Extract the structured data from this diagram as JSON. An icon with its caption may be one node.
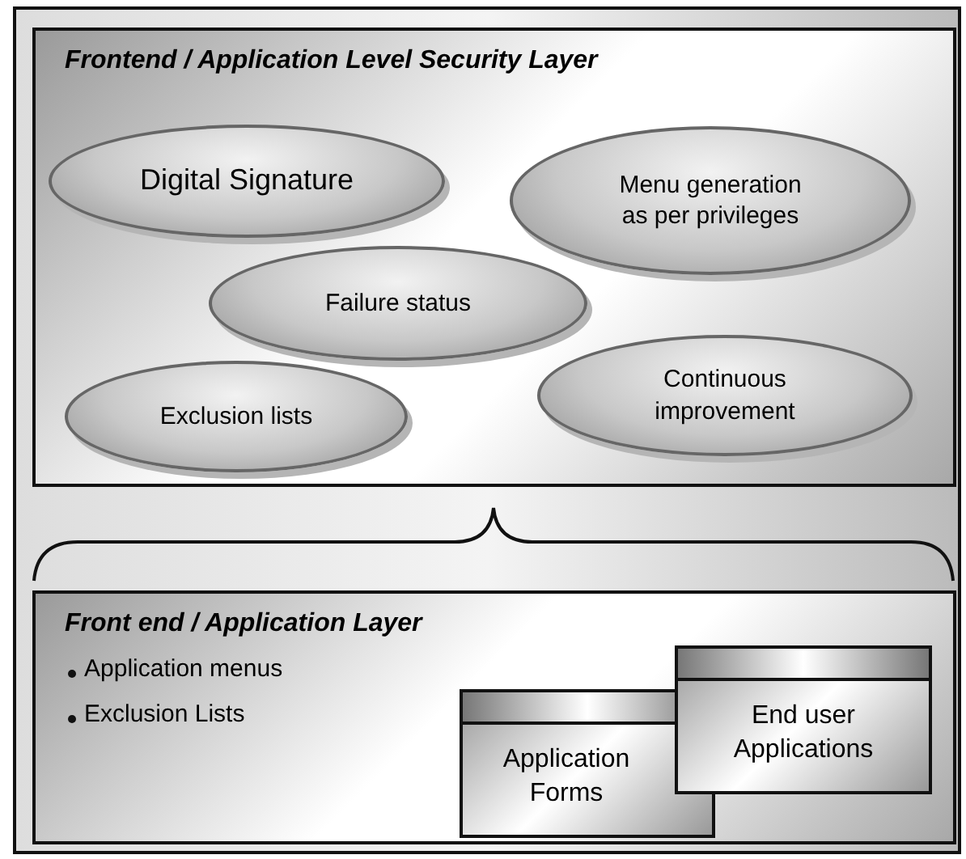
{
  "diagram": {
    "nodes": [
      {
        "text": [
          "Frontend / Application Level Security Layer"
        ]
      },
      {
        "text": [
          "Digital Signature"
        ],
        "in": 0
      },
      {
        "text": [
          "Menu generation as per privileges"
        ],
        "in": 0
      },
      {
        "text": [
          "Failure status"
        ],
        "in": 0
      },
      {
        "text": [
          "Exclusion lists"
        ],
        "in": 0
      },
      {
        "text": [
          "Continuous improvement"
        ],
        "in": 0
      },
      {
        "text": [
          "Front end / Application Layer",
          "Application menus",
          "Exclusion Lists"
        ]
      },
      {
        "text": [
          "Application Forms"
        ],
        "in": 6
      },
      {
        "text": [
          "End user Applications"
        ],
        "in": 6
      }
    ],
    "edges": []
  }
}
